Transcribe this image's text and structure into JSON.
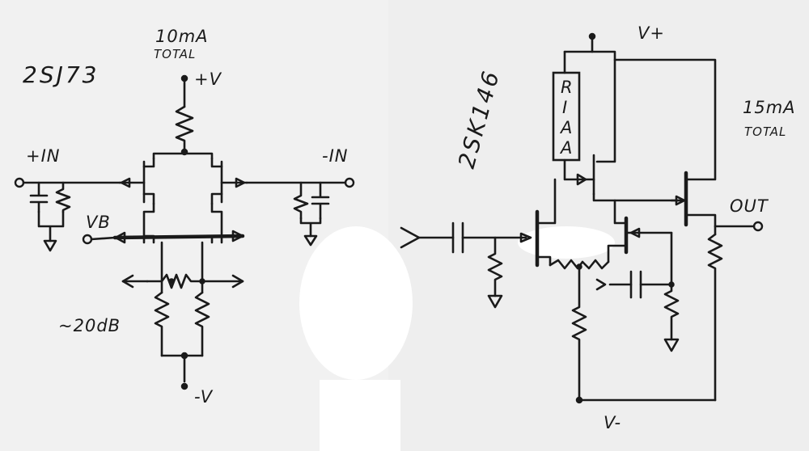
{
  "left_circuit": {
    "part": "2SJ73",
    "current": "10mA",
    "current_note": "TOTAL",
    "supply_pos": "+V",
    "supply_neg": "-V",
    "input_pos": "+IN",
    "input_neg": "-IN",
    "bias": "VB",
    "gain": "~20dB",
    "out_left": "<",
    "out_right": ">"
  },
  "right_circuit": {
    "part": "2SK146",
    "current": "15mA",
    "current_note": "TOTAL",
    "supply_pos": "V+",
    "supply_neg": "V-",
    "riaa": [
      "R",
      "I",
      "A",
      "A"
    ],
    "output": "OUT",
    "input_mark": ">",
    "fb_mark": ">"
  }
}
